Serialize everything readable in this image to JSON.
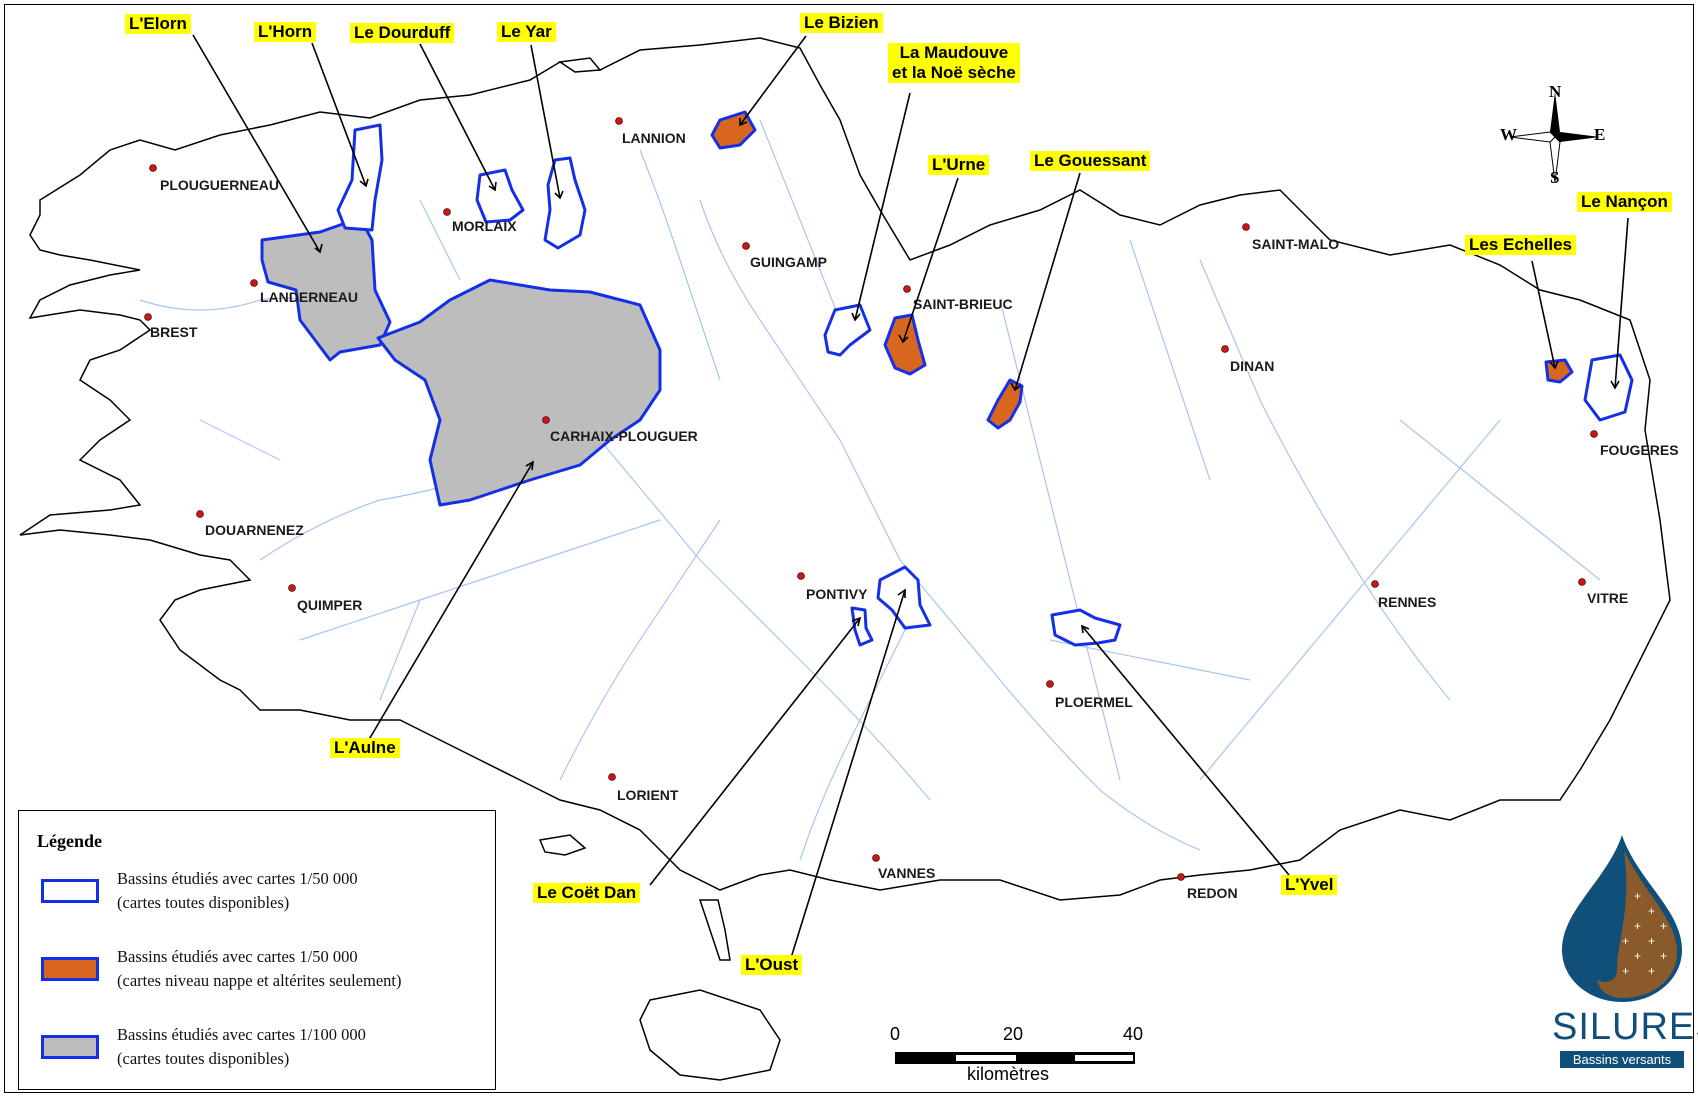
{
  "map": {
    "water_color": "#a9c6f2",
    "study_color": "#1430e6",
    "orange_fill": "#d9661e",
    "gray_fill": "#bdbdbd",
    "cities": [
      {
        "id": "plouguerneau",
        "name": "PLOUGUERNEAU"
      },
      {
        "id": "landerneau",
        "name": "LANDERNEAU"
      },
      {
        "id": "brest",
        "name": "BREST"
      },
      {
        "id": "morlaix",
        "name": "MORLAIX"
      },
      {
        "id": "lannion",
        "name": "LANNION"
      },
      {
        "id": "guingamp",
        "name": "GUINGAMP"
      },
      {
        "id": "saint-brieuc",
        "name": "SAINT-BRIEUC"
      },
      {
        "id": "saint-malo",
        "name": "SAINT-MALO"
      },
      {
        "id": "dinan",
        "name": "DINAN"
      },
      {
        "id": "fougeres",
        "name": "FOUGERES"
      },
      {
        "id": "carhaix",
        "name": "CARHAIX-PLOUGUER"
      },
      {
        "id": "douarnenez",
        "name": "DOUARNENEZ"
      },
      {
        "id": "quimper",
        "name": "QUIMPER"
      },
      {
        "id": "pontivy",
        "name": "PONTIVY"
      },
      {
        "id": "rennes",
        "name": "RENNES"
      },
      {
        "id": "vitre",
        "name": "VITRE"
      },
      {
        "id": "ploermel",
        "name": "PLOERMEL"
      },
      {
        "id": "lorient",
        "name": "LORIENT"
      },
      {
        "id": "vannes",
        "name": "VANNES"
      },
      {
        "id": "redon",
        "name": "REDON"
      }
    ],
    "basins": [
      {
        "id": "elorn",
        "name": "L'Elorn"
      },
      {
        "id": "horn",
        "name": "L'Horn"
      },
      {
        "id": "dourduff",
        "name": "Le Dourduff"
      },
      {
        "id": "yar",
        "name": "Le Yar"
      },
      {
        "id": "bizien",
        "name": "Le Bizien"
      },
      {
        "id": "maudouve",
        "name": "La Maudouve\net la Noë sèche"
      },
      {
        "id": "urne",
        "name": "L'Urne"
      },
      {
        "id": "gouessant",
        "name": "Le Gouessant"
      },
      {
        "id": "nancon",
        "name": "Le Nançon"
      },
      {
        "id": "echelles",
        "name": "Les Echelles"
      },
      {
        "id": "aulne",
        "name": "L'Aulne"
      },
      {
        "id": "coet-dan",
        "name": "Le Coët Dan"
      },
      {
        "id": "oust",
        "name": "L'Oust"
      },
      {
        "id": "yvel",
        "name": "L'Yvel"
      }
    ]
  },
  "legend": {
    "title": "Légende",
    "entries": [
      {
        "line1": "Bassins étudiés avec cartes 1/50 000",
        "line2": "(cartes toutes disponibles)",
        "fill": "#ffffff"
      },
      {
        "line1": "Bassins étudiés avec cartes 1/50 000",
        "line2": "(cartes niveau nappe et altérites seulement)",
        "fill": "#d9661e"
      },
      {
        "line1": "Bassins étudiés avec cartes 1/100 000",
        "line2": "(cartes toutes disponibles)",
        "fill": "#bdbdbd"
      }
    ]
  },
  "scale": {
    "ticks": [
      "0",
      "20",
      "40"
    ],
    "unit": "kilomètres"
  },
  "compass": {
    "n": "N",
    "s": "S",
    "e": "E",
    "w": "W"
  },
  "logo": {
    "name": "SILURES",
    "subtitle": "Bassins versants"
  }
}
